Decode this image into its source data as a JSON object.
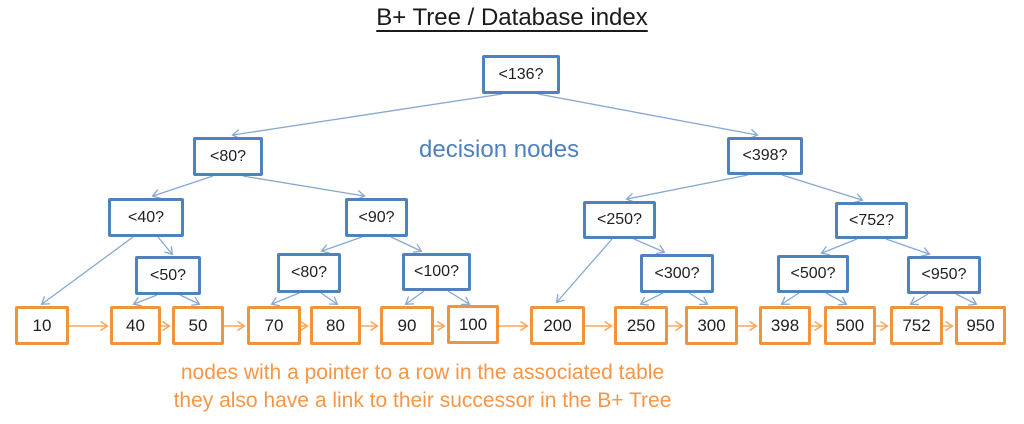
{
  "title": "B+ Tree / Database index",
  "annotations": {
    "decision_nodes_label": "decision nodes",
    "caption_line1": "nodes with a pointer to a row in the associated table",
    "caption_line2": "they also have a link to their successor in the B+ Tree"
  },
  "colors": {
    "decision-border": "#4f81bd",
    "edge-blue": "#85a9d4",
    "leaf-border": "#f0933d",
    "edge-orange": "#f6a55c",
    "decision-label": "#4e81bc",
    "caption": "#f79646",
    "node-text": "#1f1f1f",
    "title-text": "#1a1a1a"
  },
  "tree": {
    "root": "<136?",
    "level2": [
      "<80?",
      "<398?"
    ],
    "level3": [
      "<40?",
      "<90?",
      "<250?",
      "<752?"
    ],
    "level4": [
      "<50?",
      "<80?",
      "<100?",
      "<300?",
      "<500?",
      "<950?"
    ],
    "leaves": [
      "10",
      "40",
      "50",
      "70",
      "80",
      "90",
      "100",
      "200",
      "250",
      "300",
      "398",
      "500",
      "752",
      "950"
    ]
  }
}
